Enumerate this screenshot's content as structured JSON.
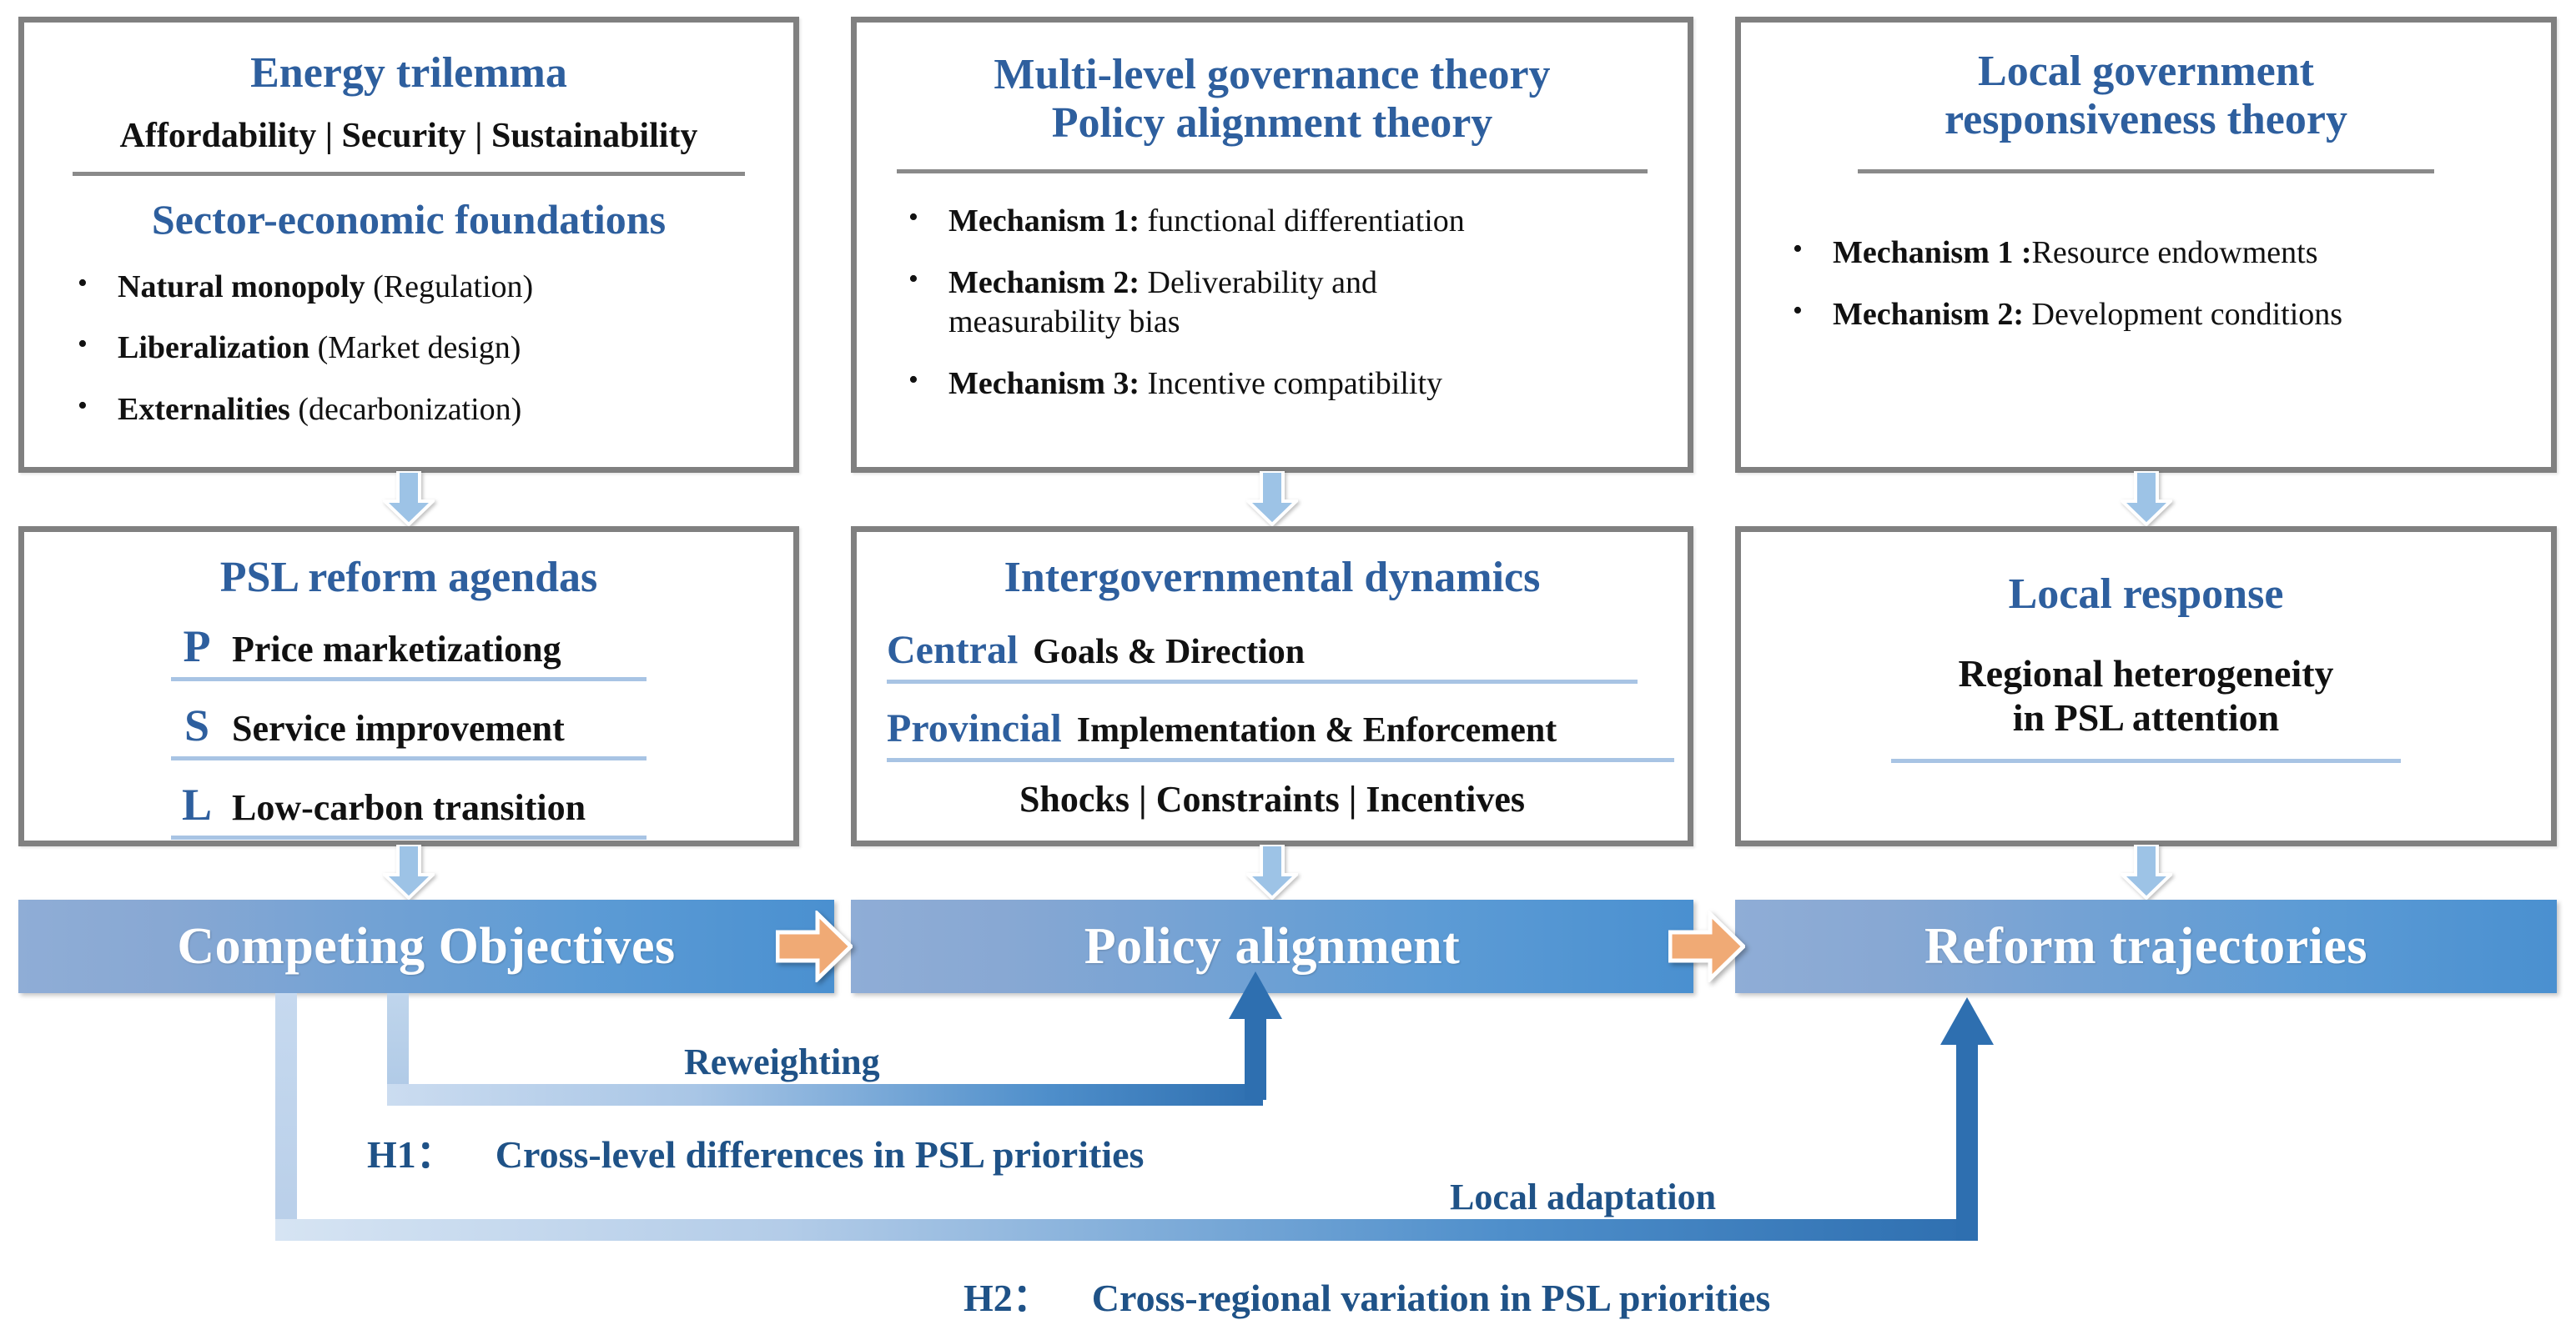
{
  "figure": {
    "title": "PSL reform conceptual framework",
    "accent_blue": "#2E5F9E",
    "bar_blue_light": "#8FADD6",
    "bar_blue_dark": "#4A90D0",
    "orange": "#F0AA75",
    "arrow_blue": "#9DC3E6",
    "box_border": "#808080"
  },
  "theory_row": [
    {
      "title_lines": [
        "Energy trilemma"
      ],
      "subtitle": "Affordability | Security | Sustainability",
      "section_title": "Sector-economic foundations",
      "bullets": [
        {
          "bold": "Natural monopoly",
          "rest": " (Regulation)"
        },
        {
          "bold": "Liberalization",
          "rest": " (Market design)"
        },
        {
          "bold": "Externalities",
          "rest": " (decarbonization)"
        }
      ]
    },
    {
      "title_lines": [
        "Multi-level governance theory",
        "Policy alignment theory"
      ],
      "subtitle": "",
      "section_title": "",
      "bullets": [
        {
          "bold": "Mechanism 1:",
          "rest": " functional differentiation"
        },
        {
          "bold": "Mechanism 2:",
          "rest": " Deliverability and measurability bias"
        },
        {
          "bold": "Mechanism 3:",
          "rest": " Incentive compatibility"
        }
      ]
    },
    {
      "title_lines": [
        "Local government",
        "responsiveness theory"
      ],
      "subtitle": "",
      "section_title": "",
      "bullets": [
        {
          "bold": "Mechanism 1 :",
          "rest": "Resource endowments"
        },
        {
          "bold": "Mechanism 2:",
          "rest": " Development conditions"
        }
      ]
    }
  ],
  "mechanism_row": {
    "psl": {
      "title": "PSL reform agendas",
      "items": [
        {
          "letter": "P",
          "text": "Price marketizationg"
        },
        {
          "letter": "S",
          "text": "Service improvement"
        },
        {
          "letter": "L",
          "text": "Low-carbon transition"
        }
      ]
    },
    "inter": {
      "title": "Intergovernmental dynamics",
      "levels": [
        {
          "key": "Central",
          "value": "Goals & Direction"
        },
        {
          "key": "Provincial",
          "value": "Implementation & Enforcement"
        }
      ],
      "footer": "Shocks | Constraints | Incentives"
    },
    "local": {
      "title": "Local response",
      "body_lines": [
        "Regional heterogeneity",
        "in PSL attention"
      ]
    }
  },
  "outcome_bars": [
    {
      "label": "Competing Objectives"
    },
    {
      "label": "Policy alignment"
    },
    {
      "label": "Reform trajectories"
    }
  ],
  "flows": [
    {
      "name": "reweighting",
      "label": "Reweighting"
    },
    {
      "name": "local-adaptation",
      "label": "Local adaptation"
    }
  ],
  "hypotheses": [
    {
      "id": "H1：",
      "text": "Cross-level differences in PSL priorities"
    },
    {
      "id": "H2：",
      "text": "Cross-regional variation in PSL priorities"
    }
  ]
}
